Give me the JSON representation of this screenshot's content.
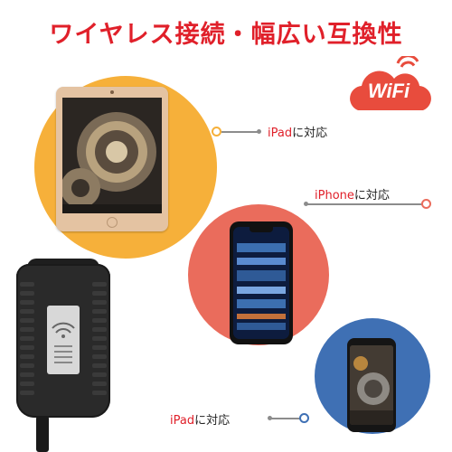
{
  "title": "ワイヤレス接続・幅広い互換性",
  "badge": {
    "text": "WiFi",
    "icon": "wifi-cloud-icon"
  },
  "labels": [
    {
      "en": "iPad",
      "jp": "に対応",
      "ring_color": "#f6b03a"
    },
    {
      "en": "iPhone",
      "jp": "に対応",
      "ring_color": "#ea6c5c"
    },
    {
      "en": "iPad",
      "jp": "に対応",
      "ring_color": "#3f70b4"
    }
  ],
  "colors": {
    "title_red": "#e0202a",
    "circle_orange": "#f6b03a",
    "circle_red": "#ea6c5c",
    "circle_blue": "#3f70b4"
  }
}
